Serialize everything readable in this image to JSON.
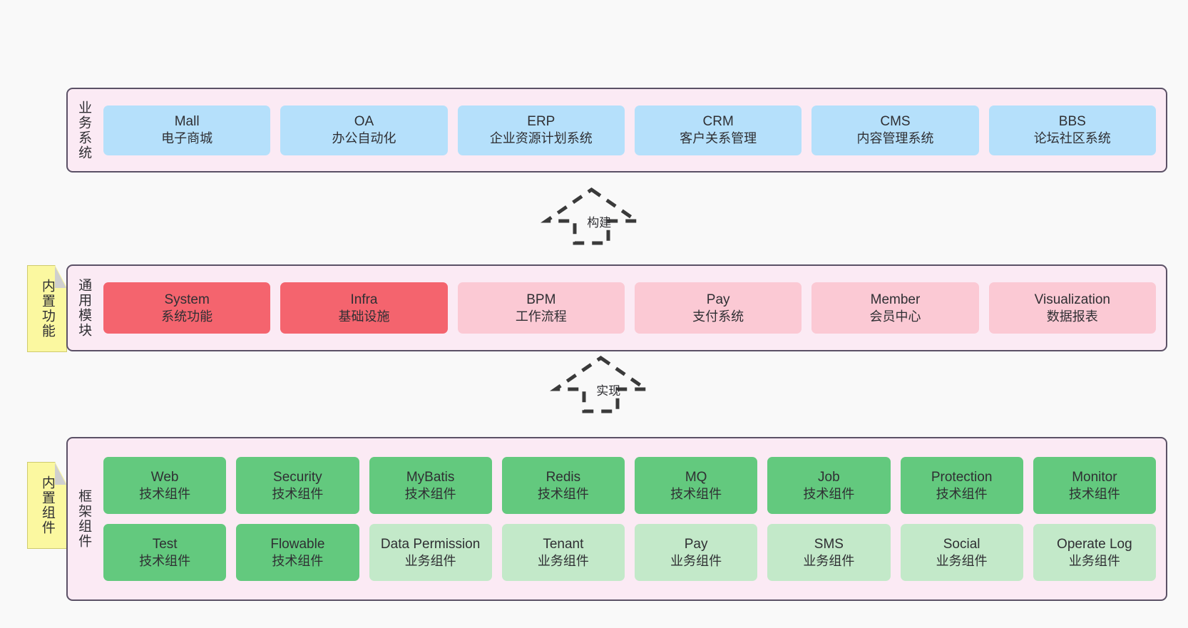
{
  "layers": [
    {
      "id": "business",
      "title": "业务系统",
      "rows": [
        [
          {
            "name": "Mall",
            "desc": "电子商城",
            "style": "blue"
          },
          {
            "name": "OA",
            "desc": "办公自动化",
            "style": "blue"
          },
          {
            "name": "ERP",
            "desc": "企业资源计划系统",
            "style": "blue"
          },
          {
            "name": "CRM",
            "desc": "客户关系管理",
            "style": "blue"
          },
          {
            "name": "CMS",
            "desc": "内容管理系统",
            "style": "blue"
          },
          {
            "name": "BBS",
            "desc": "论坛社区系统",
            "style": "blue"
          }
        ]
      ]
    },
    {
      "id": "common",
      "title": "通用模块",
      "note": "内置功能",
      "rows": [
        [
          {
            "name": "System",
            "desc": "系统功能",
            "style": "red"
          },
          {
            "name": "Infra",
            "desc": "基础设施",
            "style": "red"
          },
          {
            "name": "BPM",
            "desc": "工作流程",
            "style": "pink"
          },
          {
            "name": "Pay",
            "desc": "支付系统",
            "style": "pink"
          },
          {
            "name": "Member",
            "desc": "会员中心",
            "style": "pink"
          },
          {
            "name": "Visualization",
            "desc": "数据报表",
            "style": "pink"
          }
        ]
      ]
    },
    {
      "id": "framework",
      "title": "框架组件",
      "note": "内置组件",
      "rows": [
        [
          {
            "name": "Web",
            "desc": "技术组件",
            "style": "green"
          },
          {
            "name": "Security",
            "desc": "技术组件",
            "style": "green"
          },
          {
            "name": "MyBatis",
            "desc": "技术组件",
            "style": "green"
          },
          {
            "name": "Redis",
            "desc": "技术组件",
            "style": "green"
          },
          {
            "name": "MQ",
            "desc": "技术组件",
            "style": "green"
          },
          {
            "name": "Job",
            "desc": "技术组件",
            "style": "green"
          },
          {
            "name": "Protection",
            "desc": "技术组件",
            "style": "green"
          },
          {
            "name": "Monitor",
            "desc": "技术组件",
            "style": "green"
          }
        ],
        [
          {
            "name": "Test",
            "desc": "技术组件",
            "style": "green"
          },
          {
            "name": "Flowable",
            "desc": "技术组件",
            "style": "green"
          },
          {
            "name": "Data Permission",
            "desc": "业务组件",
            "style": "lgreen"
          },
          {
            "name": "Tenant",
            "desc": "业务组件",
            "style": "lgreen"
          },
          {
            "name": "Pay",
            "desc": "业务组件",
            "style": "lgreen"
          },
          {
            "name": "SMS",
            "desc": "业务组件",
            "style": "lgreen"
          },
          {
            "name": "Social",
            "desc": "业务组件",
            "style": "lgreen"
          },
          {
            "name": "Operate Log",
            "desc": "业务组件",
            "style": "lgreen"
          }
        ]
      ]
    }
  ],
  "arrows": [
    {
      "id": "build",
      "label": "构建"
    },
    {
      "id": "impl",
      "label": "实现"
    }
  ],
  "colors": {
    "panel_bg": "#fbeaf4",
    "panel_border": "#5b5166",
    "blue": "#b5e0fb",
    "red": "#f4646e",
    "pink": "#fbc9d4",
    "green": "#63c97e",
    "light_green": "#c3e9c9",
    "note_bg": "#fbf8a0",
    "note_fold": "#cfcfcf",
    "text": "#2f2f33",
    "background": "#f9f9f9"
  }
}
